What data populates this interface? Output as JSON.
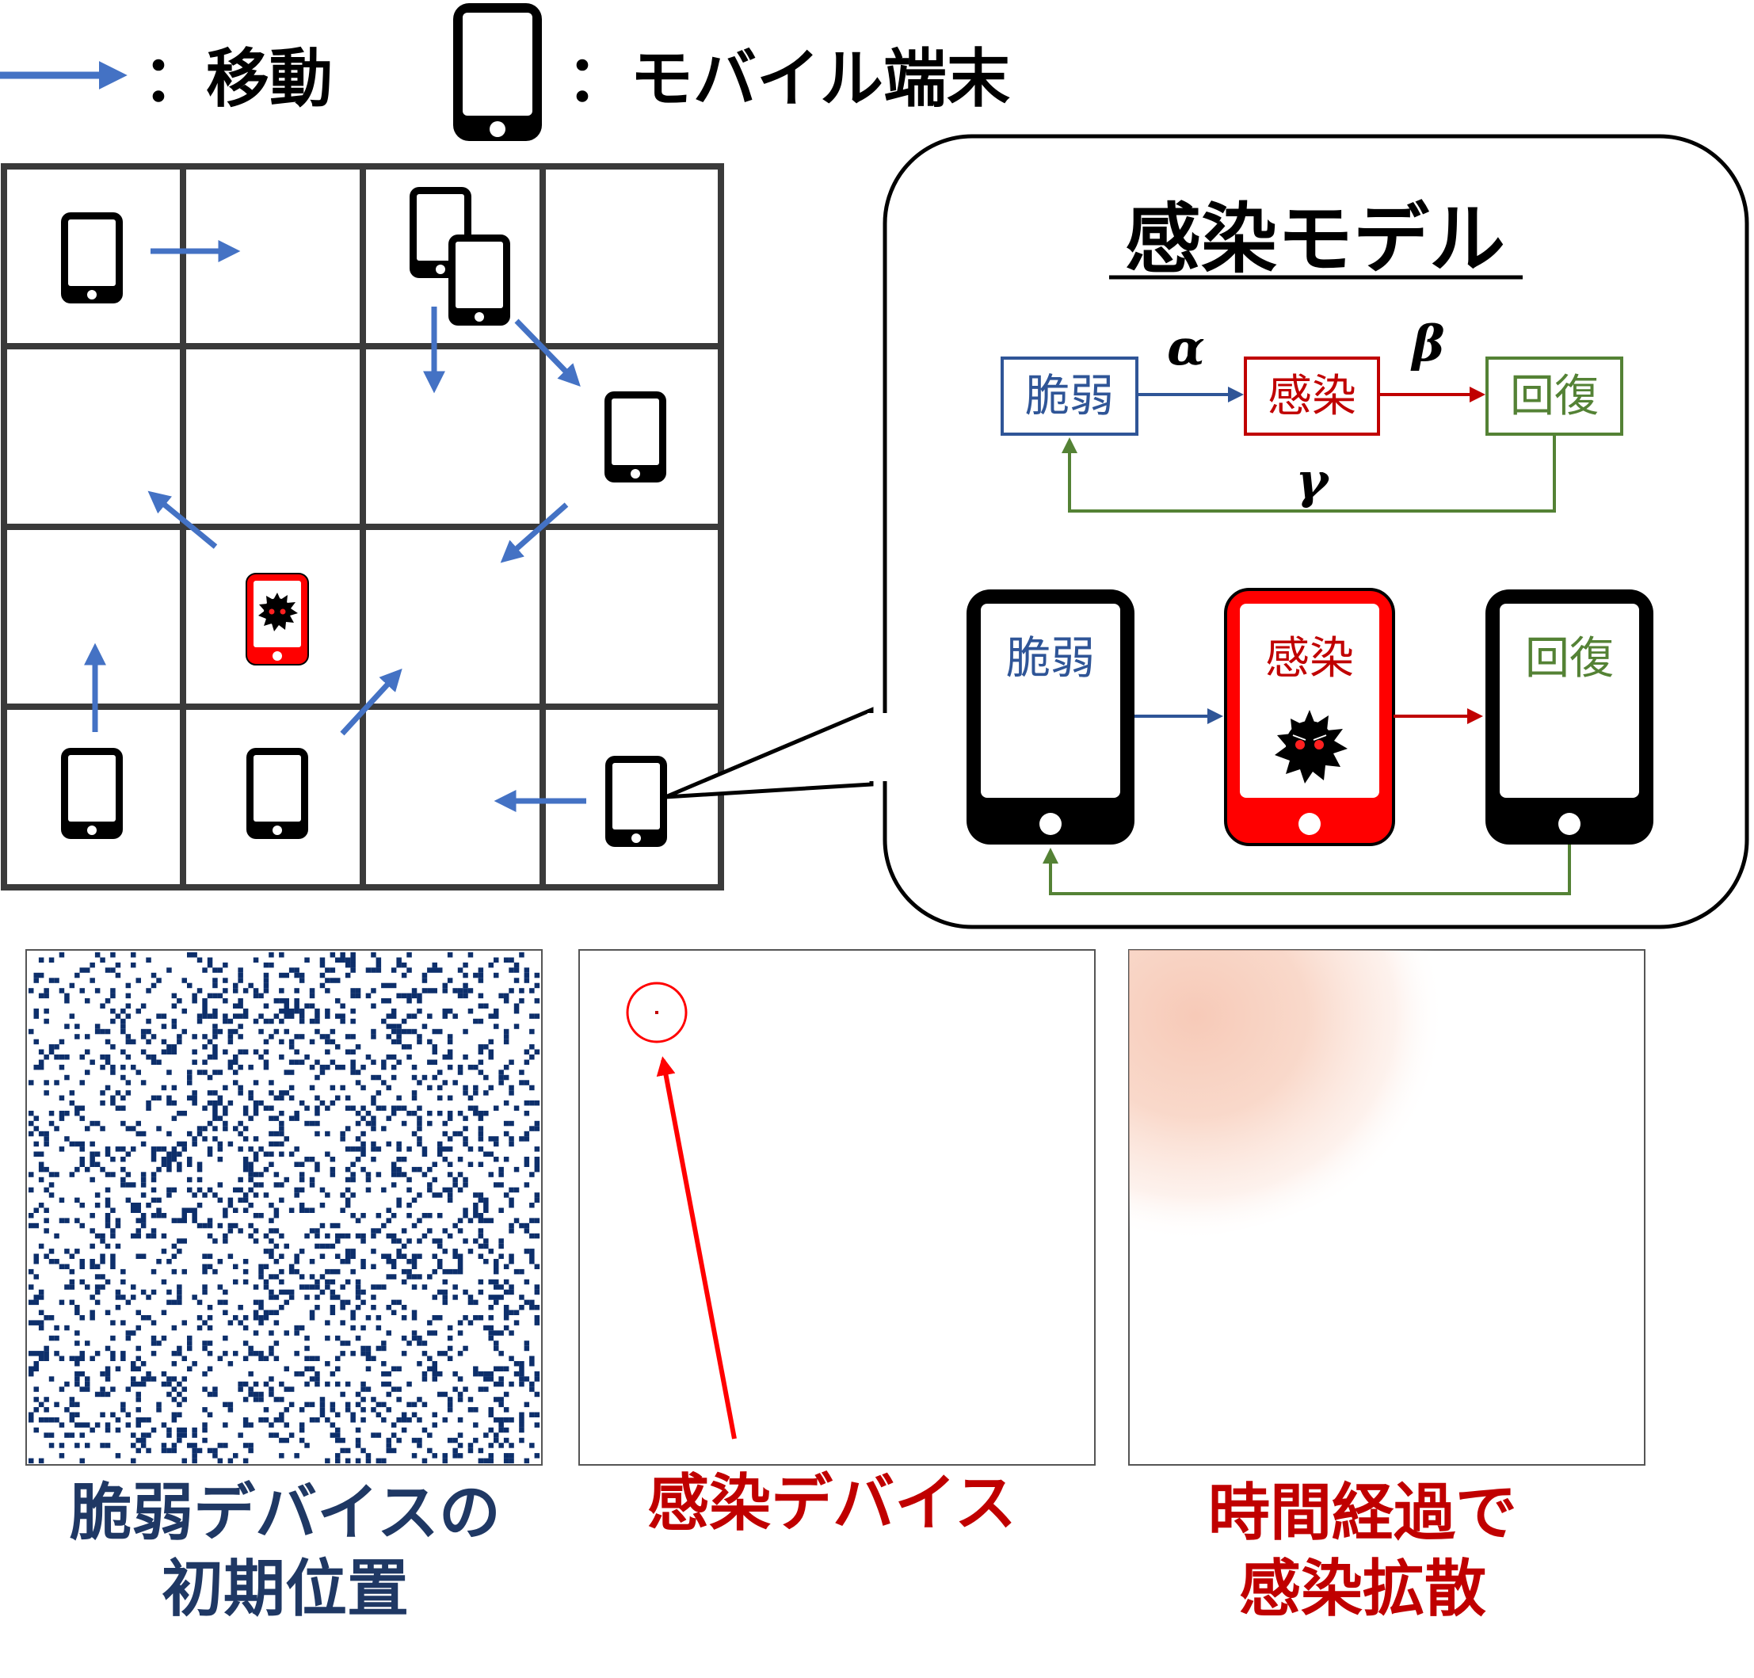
{
  "legend": {
    "move_label": "：移動",
    "device_label": "：モバイル端末"
  },
  "model": {
    "title": "感染モデル",
    "states": {
      "vulnerable": "脆弱",
      "infected": "感染",
      "recovered": "回復"
    },
    "rates": {
      "alpha": "α",
      "beta": "β",
      "gamma": "γ"
    }
  },
  "panels": {
    "vulnerable_caption": "脆弱デバイスの\n初期位置",
    "infected_caption": "感染デバイス",
    "spread_caption": "時間経過で\n感染拡散"
  },
  "colors": {
    "move_arrow": "#4472C4",
    "vulnerable": "#2F5597",
    "infected": "#C00000",
    "infected_device": "#FF0000",
    "recovered": "#548235",
    "scatter_dots": "#0D2F6B",
    "caption_vulnerable": "#1F3864",
    "grid_line": "#3A3A3A"
  },
  "icons": {
    "device": "smartphone-icon",
    "malware": "virus-icon",
    "move": "arrow-icon"
  }
}
